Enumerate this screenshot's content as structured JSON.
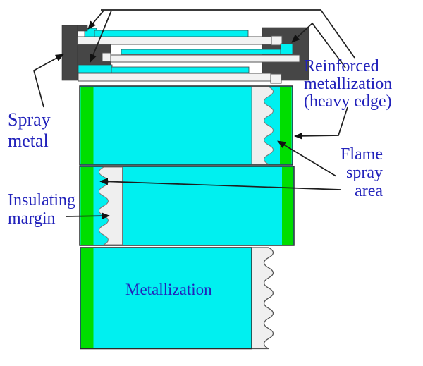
{
  "labels": {
    "reinforced_metallization": [
      "Reinforced",
      "metallization",
      "(heavy edge)"
    ],
    "spray_metal": [
      "Spray",
      "metal"
    ],
    "insulating_margin": [
      "Insulating",
      "margin"
    ],
    "flame_spray_area": [
      "Flame",
      "spray",
      "area"
    ],
    "metallization": [
      "Metallization"
    ]
  },
  "colors": {
    "metallization_cyan": "#00F0F0",
    "flame_spray_green": "#00DE00",
    "spray_metal_gray": "#464646",
    "film_white": "#F2F2F2",
    "margin_white": "#EFEFEF",
    "label_text": "#2222BB",
    "outline_dark": "#1E1E1E",
    "background": "#FFFFFF"
  }
}
